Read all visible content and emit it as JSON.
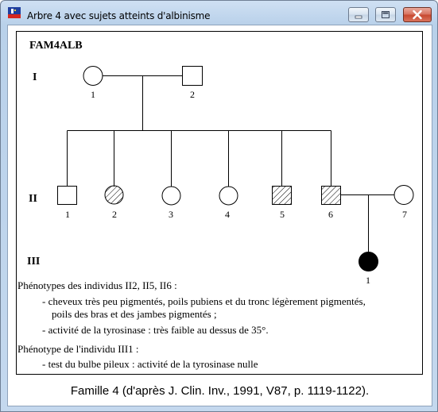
{
  "window": {
    "title": "Arbre 4 avec sujets atteints d'albinisme",
    "buttons": {
      "minimize": "minimize-icon",
      "maximize": "maximize-icon",
      "close": "close-icon"
    }
  },
  "pedigree": {
    "family_code": "FAM4ALB",
    "generations": {
      "I": "I",
      "II": "II",
      "III": "III"
    },
    "gen1": {
      "i1": "1",
      "i2": "2"
    },
    "gen2": {
      "i1": "1",
      "i2": "2",
      "i3": "3",
      "i4": "4",
      "i5": "5",
      "i6": "6",
      "i7": "7"
    },
    "gen3": {
      "i1": "1"
    },
    "status": {
      "I1": "female-unaffected",
      "I2": "male-unaffected",
      "II1": "male-unaffected",
      "II2": "female-hatched",
      "II3": "female-unaffected",
      "II4": "female-unaffected",
      "II5": "male-hatched",
      "II6": "male-hatched",
      "II7": "female-unaffected",
      "III1": "female-affected"
    }
  },
  "notes": {
    "heading1": "Phénotypes des individus II2, II5, II6 :",
    "bullet1_line1": "- cheveux très peu pigmentés, poils pubiens et du tronc légèrement pigmentés,",
    "bullet1_line2": "poils des bras et des jambes pigmentés ;",
    "bullet2": "- activité de la tyrosinase : très faible au dessus de 35°.",
    "heading2": "Phénotype de l'individu III1 :",
    "bullet3": "- test du bulbe pileux : activité de la tyrosinase nulle"
  },
  "caption": "Famille 4 (d'après J. Clin. Inv., 1991, V87, p. 1119-1122)."
}
